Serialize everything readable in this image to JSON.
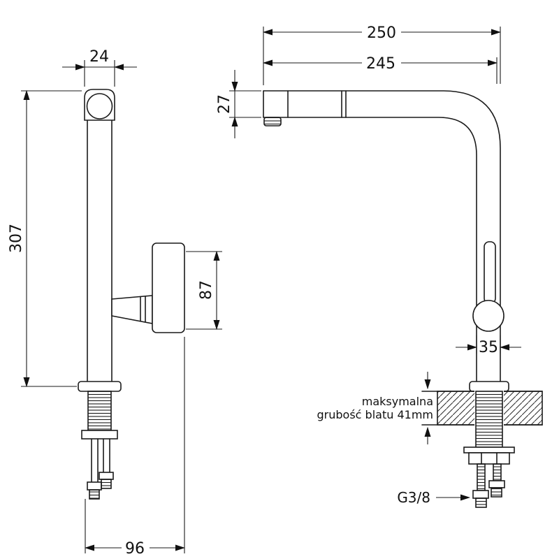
{
  "left": {
    "dim_width": "24",
    "dim_height": "307",
    "dim_lever": "87",
    "dim_depth": "96"
  },
  "right": {
    "dim_reach_overall": "250",
    "dim_reach_spout": "245",
    "dim_spout_height": "27",
    "dim_body_width": "35",
    "note_line1": "maksymalna",
    "note_line2": "grubość blatu 41mm",
    "thread_label": "G3/8"
  }
}
